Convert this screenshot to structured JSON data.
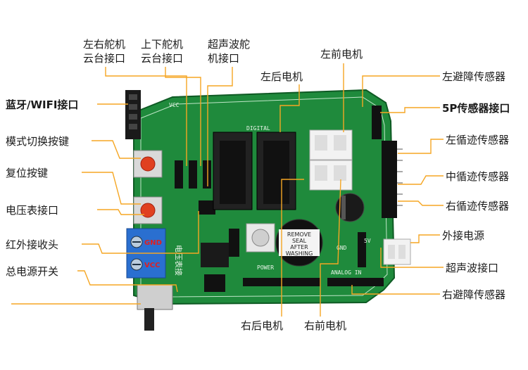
{
  "labels": {
    "bluetooth_wifi": "蓝牙/WIFI接口",
    "mode_switch": "模式切换按键",
    "reset": "复位按键",
    "voltmeter": "电压表接口",
    "ir_receiver": "红外接收头",
    "main_power": "总电源开关",
    "lr_servo_l1": "左右舵机",
    "lr_servo_l2": "云台接口",
    "ud_servo_l1": "上下舵机",
    "ud_servo_l2": "云台接口",
    "us_servo_l1": "超声波舵",
    "us_servo_l2": "机接口",
    "left_rear_motor": "左后电机",
    "left_front_motor": "左前电机",
    "left_avoid": "左避障传感器",
    "sensor_5p": "5P传感器接口",
    "left_track": "左循迹传感器",
    "mid_track": "中循迹传感器",
    "right_track": "右循迹传感器",
    "ext_power": "外接电源",
    "ultrasonic": "超声波接口",
    "right_avoid": "右避障传感器",
    "right_rear_motor": "右后电机",
    "right_front_motor": "右前电机"
  },
  "board_text": {
    "gnd": "GND",
    "vcc": "VCC",
    "buzzer_1": "REMOVE",
    "buzzer_2": "SEAL",
    "buzzer_3": "AFTER",
    "buzzer_4": "WASHING",
    "digital": "DIGITAL",
    "power": "POWER",
    "analog_in": "ANALOG IN",
    "silk_voltmeter": "电压表接",
    "silk_5v": "5V",
    "silk_gnd": "GND",
    "silk_vcc": "VCC"
  },
  "colors": {
    "leader": "#f5a623",
    "pcb": "#1f8a3c",
    "label_text": "#1a1a1a"
  }
}
